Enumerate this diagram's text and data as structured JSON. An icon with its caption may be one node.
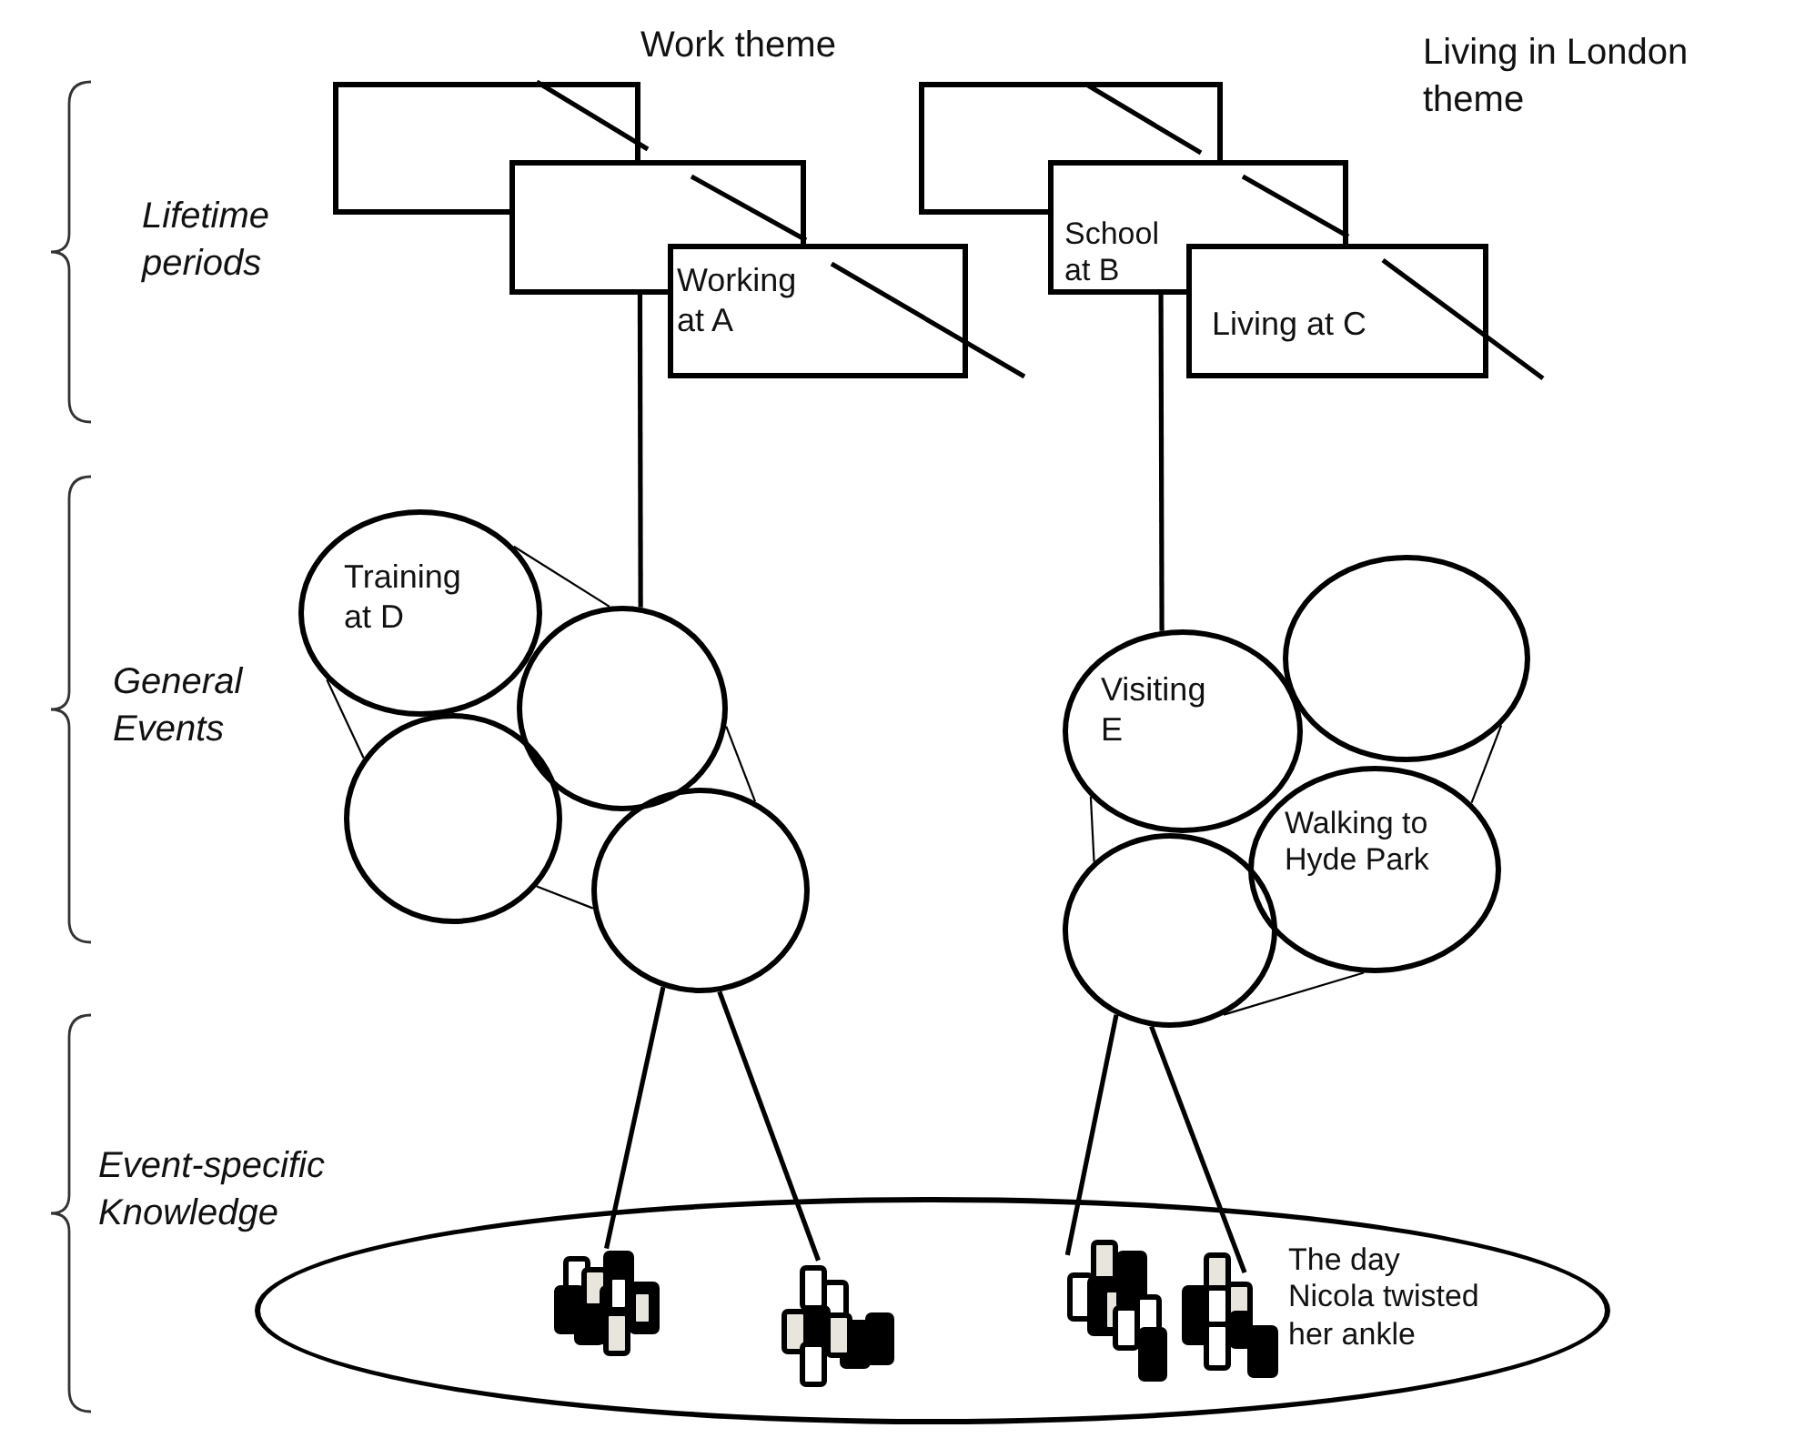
{
  "diagram": {
    "nodes": [
      {
        "text": [],
        "shape": "box"
      },
      {
        "text": [],
        "shape": "box"
      },
      {
        "text": [
          "Working at A"
        ]
      },
      {
        "text": [],
        "shape": "box"
      },
      {
        "text": [
          "School at B"
        ]
      },
      {
        "text": [
          "Living at C"
        ]
      },
      {
        "text": [
          "Training at D"
        ]
      },
      {
        "text": [],
        "shape": "circle"
      },
      {
        "text": [],
        "shape": "circle"
      },
      {
        "text": [],
        "shape": "circle"
      },
      {
        "text": [
          "Visiting E"
        ]
      },
      {
        "text": [],
        "shape": "circle"
      },
      {
        "text": [],
        "shape": "circle"
      },
      {
        "text": [
          "Walking to Hyde Park"
        ]
      },
      {
        "text": [
          "The day Nicola twisted her ankle"
        ]
      },
      {
        "text": [],
        "shape": "picture",
        "in": 14
      },
      {
        "text": [],
        "shape": "picture",
        "in": 14
      },
      {
        "text": [],
        "shape": "picture",
        "in": 14
      },
      {
        "text": [],
        "shape": "picture",
        "in": 14
      }
    ],
    "edges": [
      {
        "from": 1,
        "to": 7,
        "arrow": "none",
        "style": "thick"
      },
      {
        "from": 4,
        "to": 10,
        "arrow": "none",
        "style": "thick"
      },
      {
        "from": 9,
        "to": 15,
        "arrow": "none",
        "style": "thick"
      },
      {
        "from": 9,
        "to": 16,
        "arrow": "none",
        "style": "thick"
      },
      {
        "from": 12,
        "to": 17,
        "arrow": "none",
        "style": "thick"
      },
      {
        "from": 12,
        "to": 18,
        "arrow": "none",
        "style": "thick"
      },
      {
        "from": 6,
        "to": 7,
        "arrow": "none"
      },
      {
        "from": 6,
        "to": 8,
        "arrow": "none"
      },
      {
        "from": 7,
        "to": 9,
        "arrow": "none"
      },
      {
        "from": 8,
        "to": 9,
        "arrow": "none"
      },
      {
        "from": 10,
        "to": 12,
        "arrow": "none"
      },
      {
        "from": 11,
        "to": 13,
        "arrow": "none"
      },
      {
        "from": 12,
        "to": 13,
        "arrow": "none"
      }
    ],
    "labels": [
      "Work theme",
      "Living in London theme",
      "Lifetime periods",
      "General Events",
      "Event-specific Knowledge"
    ]
  }
}
